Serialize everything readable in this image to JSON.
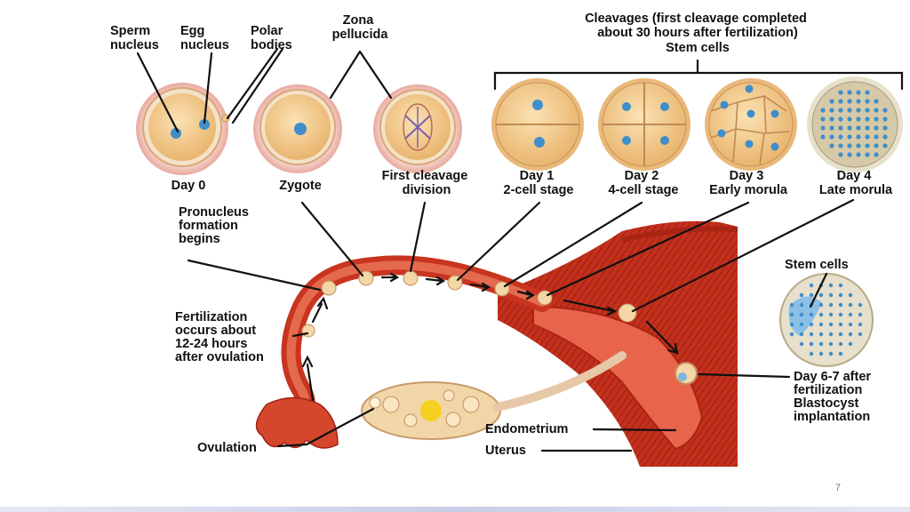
{
  "labels": {
    "sperm_nucleus": [
      "Sperm",
      "nucleus"
    ],
    "egg_nucleus": [
      "Egg",
      "nucleus"
    ],
    "polar_bodies": [
      "Polar",
      "bodies"
    ],
    "zona_pellucida": [
      "Zona",
      "pellucida"
    ],
    "cleavages": [
      "Cleavages (first cleavage completed",
      "about 30 hours after fertilization)"
    ],
    "stem_cells_top": "Stem cells",
    "day0": "Day 0",
    "zygote": "Zygote",
    "first_cleavage": [
      "First cleavage",
      "division"
    ],
    "day1": [
      "Day 1",
      "2-cell stage"
    ],
    "day2": [
      "Day 2",
      "4-cell stage"
    ],
    "day3": [
      "Day 3",
      "Early morula"
    ],
    "day4": [
      "Day 4",
      "Late morula"
    ],
    "pronucleus": [
      "Pronucleus",
      "formation",
      "begins"
    ],
    "fertilization": [
      "Fertilization",
      "occurs about",
      "12-24 hours",
      "after ovulation"
    ],
    "stem_cells_right": "Stem cells",
    "implantation": [
      "Day 6-7 after",
      "fertilization",
      "Blastocyst",
      "implantation"
    ],
    "endometrium": "Endometrium",
    "uterus": "Uterus",
    "ovulation": "Ovulation"
  },
  "page_number": "7",
  "colors": {
    "tissue": "#c8341f",
    "tissue_dark": "#8f1d10",
    "cell": "#f2c98a",
    "nucleus": "#3f8ec9",
    "zona": "#f7d7cf"
  }
}
